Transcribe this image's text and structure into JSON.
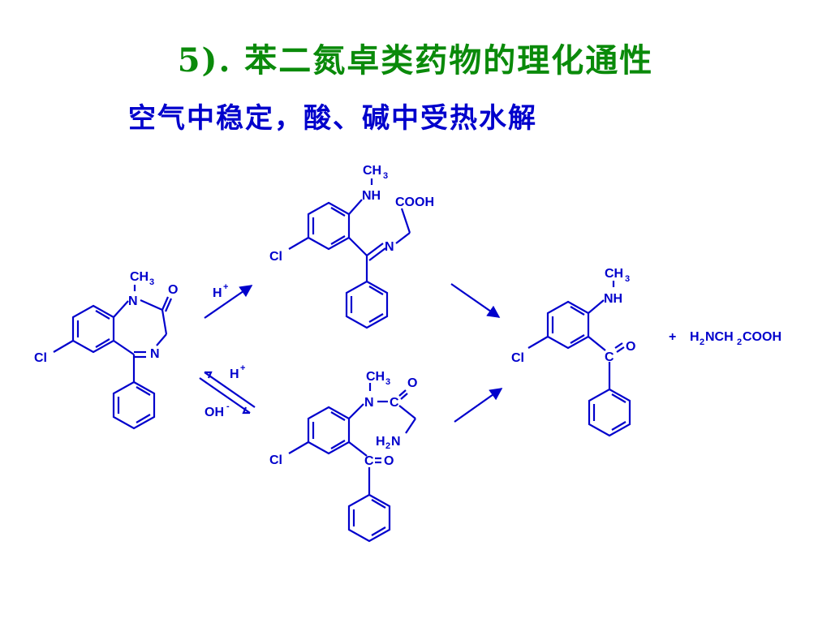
{
  "title": "5). 苯二氮卓类药物的理化通性",
  "subtitle": "空气中稳定，酸、碱中受热水解",
  "labels": {
    "cl": "Cl",
    "n": "N",
    "o": "O",
    "c": "C",
    "nh": "NH",
    "ch": "CH",
    "three": "3",
    "two": "2",
    "h": "H",
    "plus": "+",
    "oh": "OH",
    "minus": "-",
    "cooh": "COOH",
    "h2n_n": "N",
    "byproduct_a": "H",
    "byproduct_b": "NCH",
    "byproduct_c": "COOH",
    "plus_sign": "+"
  },
  "colors": {
    "title": "#0a8a0a",
    "text": "#0000cc",
    "bond": "#0000cc"
  }
}
